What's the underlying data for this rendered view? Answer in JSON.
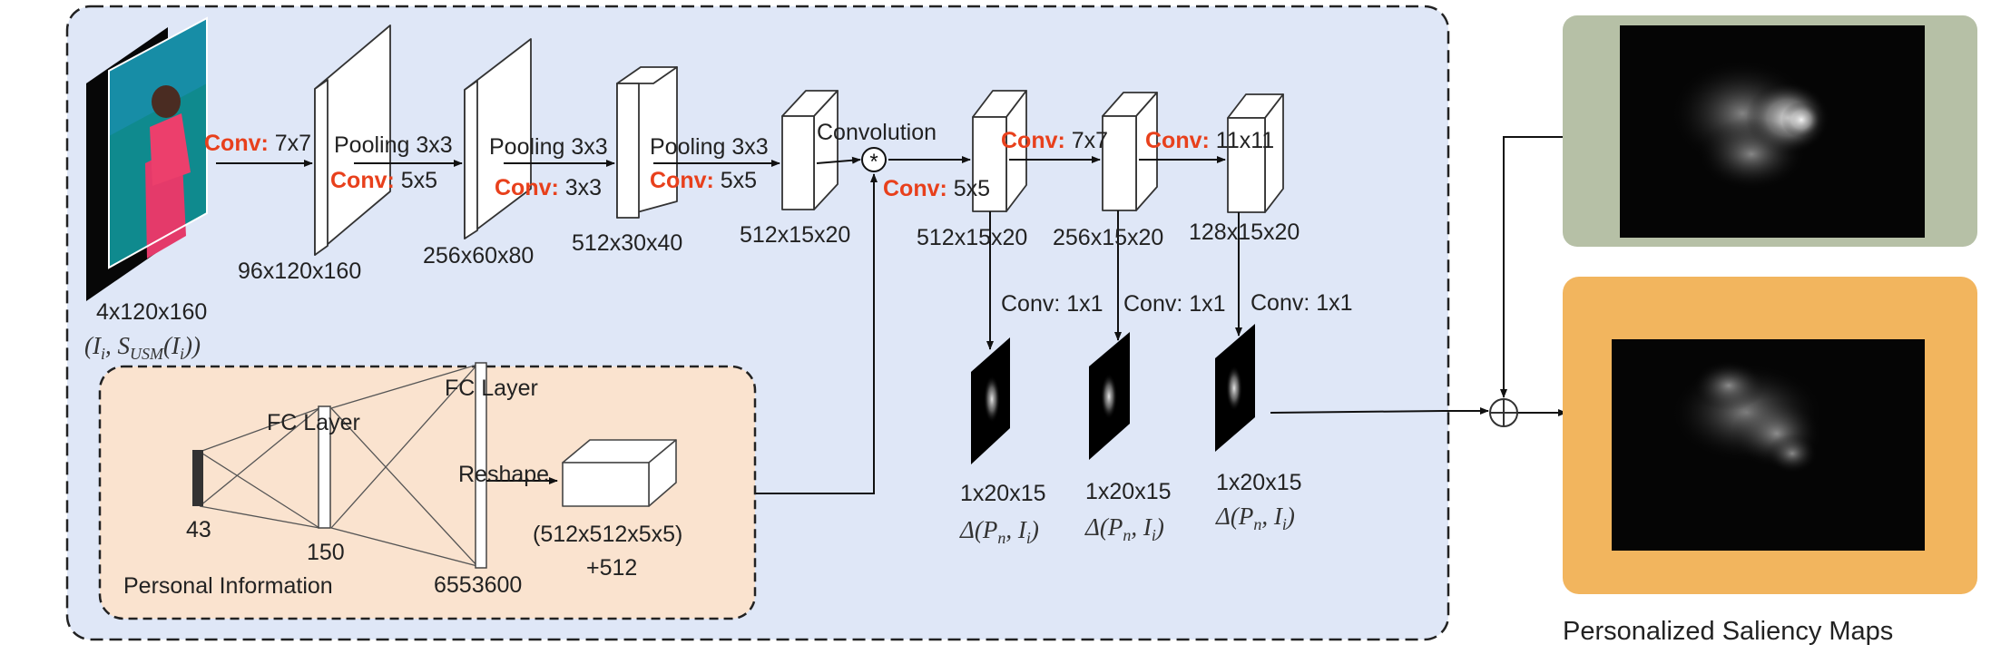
{
  "input": {
    "dims": "4x120x160",
    "formula": "(I",
    "formula_sub": "i",
    "formula_mid": ", S",
    "formula_sub2": "USM",
    "formula_end": "(I",
    "formula_sub3": "i",
    "formula_close": "))"
  },
  "steps": [
    {
      "prefix": "Conv:",
      "text": " 7x7"
    },
    {
      "prefix": "",
      "text": "Pooling 3x3"
    },
    {
      "prefix": "Conv:",
      "text": " 5x5"
    },
    {
      "prefix": "",
      "text": "Pooling 3x3"
    },
    {
      "prefix": "Conv:",
      "text": " 3x3"
    },
    {
      "prefix": "",
      "text": "Pooling 3x3"
    },
    {
      "prefix": "Conv:",
      "text": " 5x5"
    },
    {
      "prefix": "",
      "text": "Convolution"
    },
    {
      "prefix": "Conv:",
      "text": " 5x5"
    },
    {
      "prefix": "Conv:",
      "text": " 7x7"
    },
    {
      "prefix": "Conv:",
      "text": " 11x11"
    }
  ],
  "layer_dims": [
    "96x120x160",
    "256x60x80",
    "512x30x40",
    "512x15x20",
    "512x15x20",
    "256x15x20",
    "128x15x20"
  ],
  "branch_conv": [
    "Conv: 1x1",
    "Conv: 1x1",
    "Conv: 1x1"
  ],
  "branch_dims": [
    "1x20x15",
    "1x20x15",
    "1x20x15"
  ],
  "delta": {
    "a": "Δ(P",
    "sub1": "n",
    "b": ", I",
    "sub2": "i",
    "c": ")"
  },
  "personal": {
    "fc1": "FC Layer",
    "fc2": "FC Layer",
    "reshape": "Reshape",
    "n43": "43",
    "n150": "150",
    "n6553600": "6553600",
    "shape": "(512x512x5x5)",
    "plus": "+512",
    "title": "Personal Information"
  },
  "output_title": "Personalized Saliency Maps",
  "colors": {
    "main_bg": "#dfe7f7",
    "personal_bg": "#fae3cf",
    "conv_red": "#e8401c",
    "frame_green": "#b6c0a6",
    "frame_orange": "#f2b55e"
  },
  "icons": [
    "convolution-operator-icon",
    "sum-operator-icon"
  ]
}
